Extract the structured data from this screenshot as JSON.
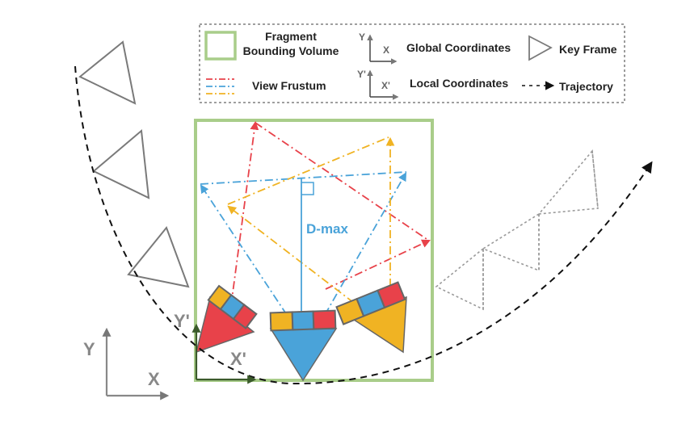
{
  "legend": {
    "fragment_line1": "Fragment",
    "fragment_line2": "Bounding Volume",
    "view_frustum": "View Frustum",
    "global_axis_y": "Y",
    "global_axis_x": "X",
    "global_coordinates": "Global Coordinates",
    "local_axis_y": "Y'",
    "local_axis_x": "X'",
    "local_coordinates": "Local Coordinates",
    "key_frame": "Key Frame",
    "trajectory": "Trajectory"
  },
  "diagram": {
    "d_max_label": "D-max",
    "global_y_label": "Y",
    "global_x_label": "X",
    "local_y_label": "Y'",
    "local_x_label": "X'"
  },
  "colors": {
    "red": "#e8424a",
    "blue": "#4aa3d9",
    "yellow": "#f0b323",
    "green": "#a9cd8a",
    "gray": "#7a7a7a",
    "dark_green": "#3a5a2a"
  }
}
